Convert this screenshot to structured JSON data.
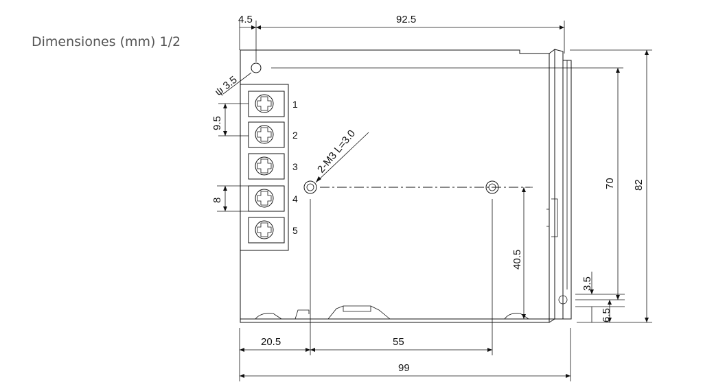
{
  "title": "Dimensiones (mm) 1/2",
  "dimensions": {
    "top_offset": "4.5",
    "top_width": "92.5",
    "hole_diameter": "ψ 3.5",
    "terminal_pitch": "9.5",
    "terminal_height": "8",
    "mount_hole_spec": "2-M3 L=3.0",
    "inner_height": "70",
    "total_height": "82",
    "hole_height": "40.5",
    "side_slot": "3.5",
    "side_bottom": "6.5",
    "left_offset": "20.5",
    "hole_spacing": "55",
    "total_width": "99"
  },
  "terminals": [
    "1",
    "2",
    "3",
    "4",
    "5"
  ]
}
